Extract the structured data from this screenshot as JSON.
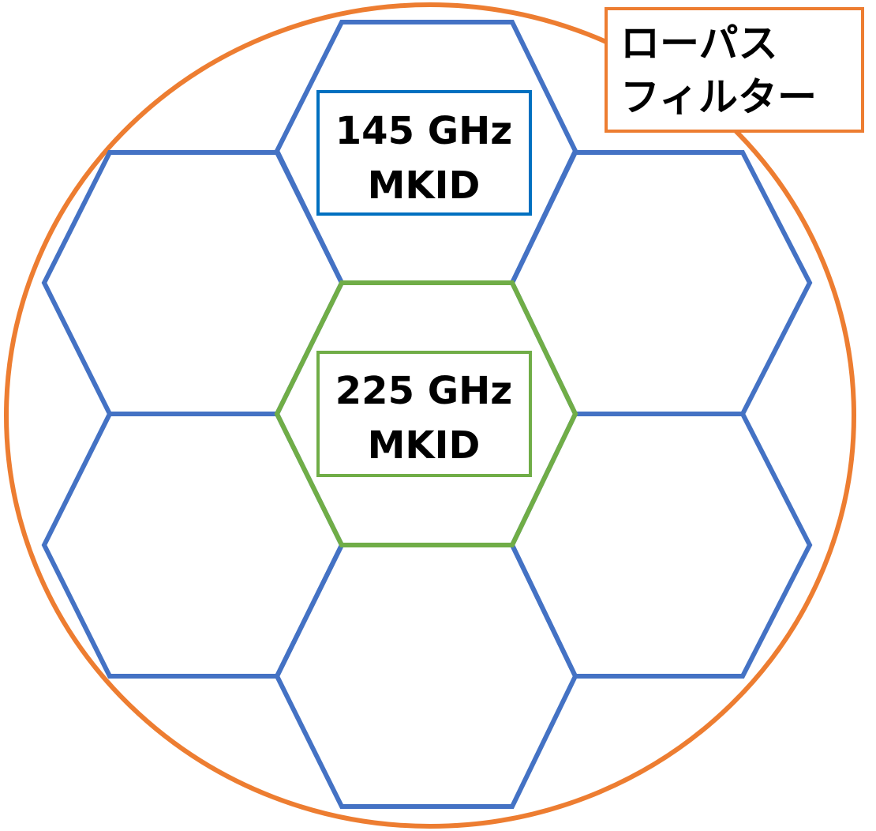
{
  "colors": {
    "filter": "#ED7D31",
    "outer_pixel": "#4472C4",
    "center_pixel": "#70AD47",
    "label_145_border": "#0070C0",
    "label_225_border": "#70AD47",
    "text": "#000000"
  },
  "filter_label": {
    "line1": "ローパス",
    "line2": "フィルター"
  },
  "pixel_145": {
    "line1": "145 GHz",
    "line2": "MKID"
  },
  "pixel_225": {
    "line1": "225 GHz",
    "line2": "MKID"
  }
}
